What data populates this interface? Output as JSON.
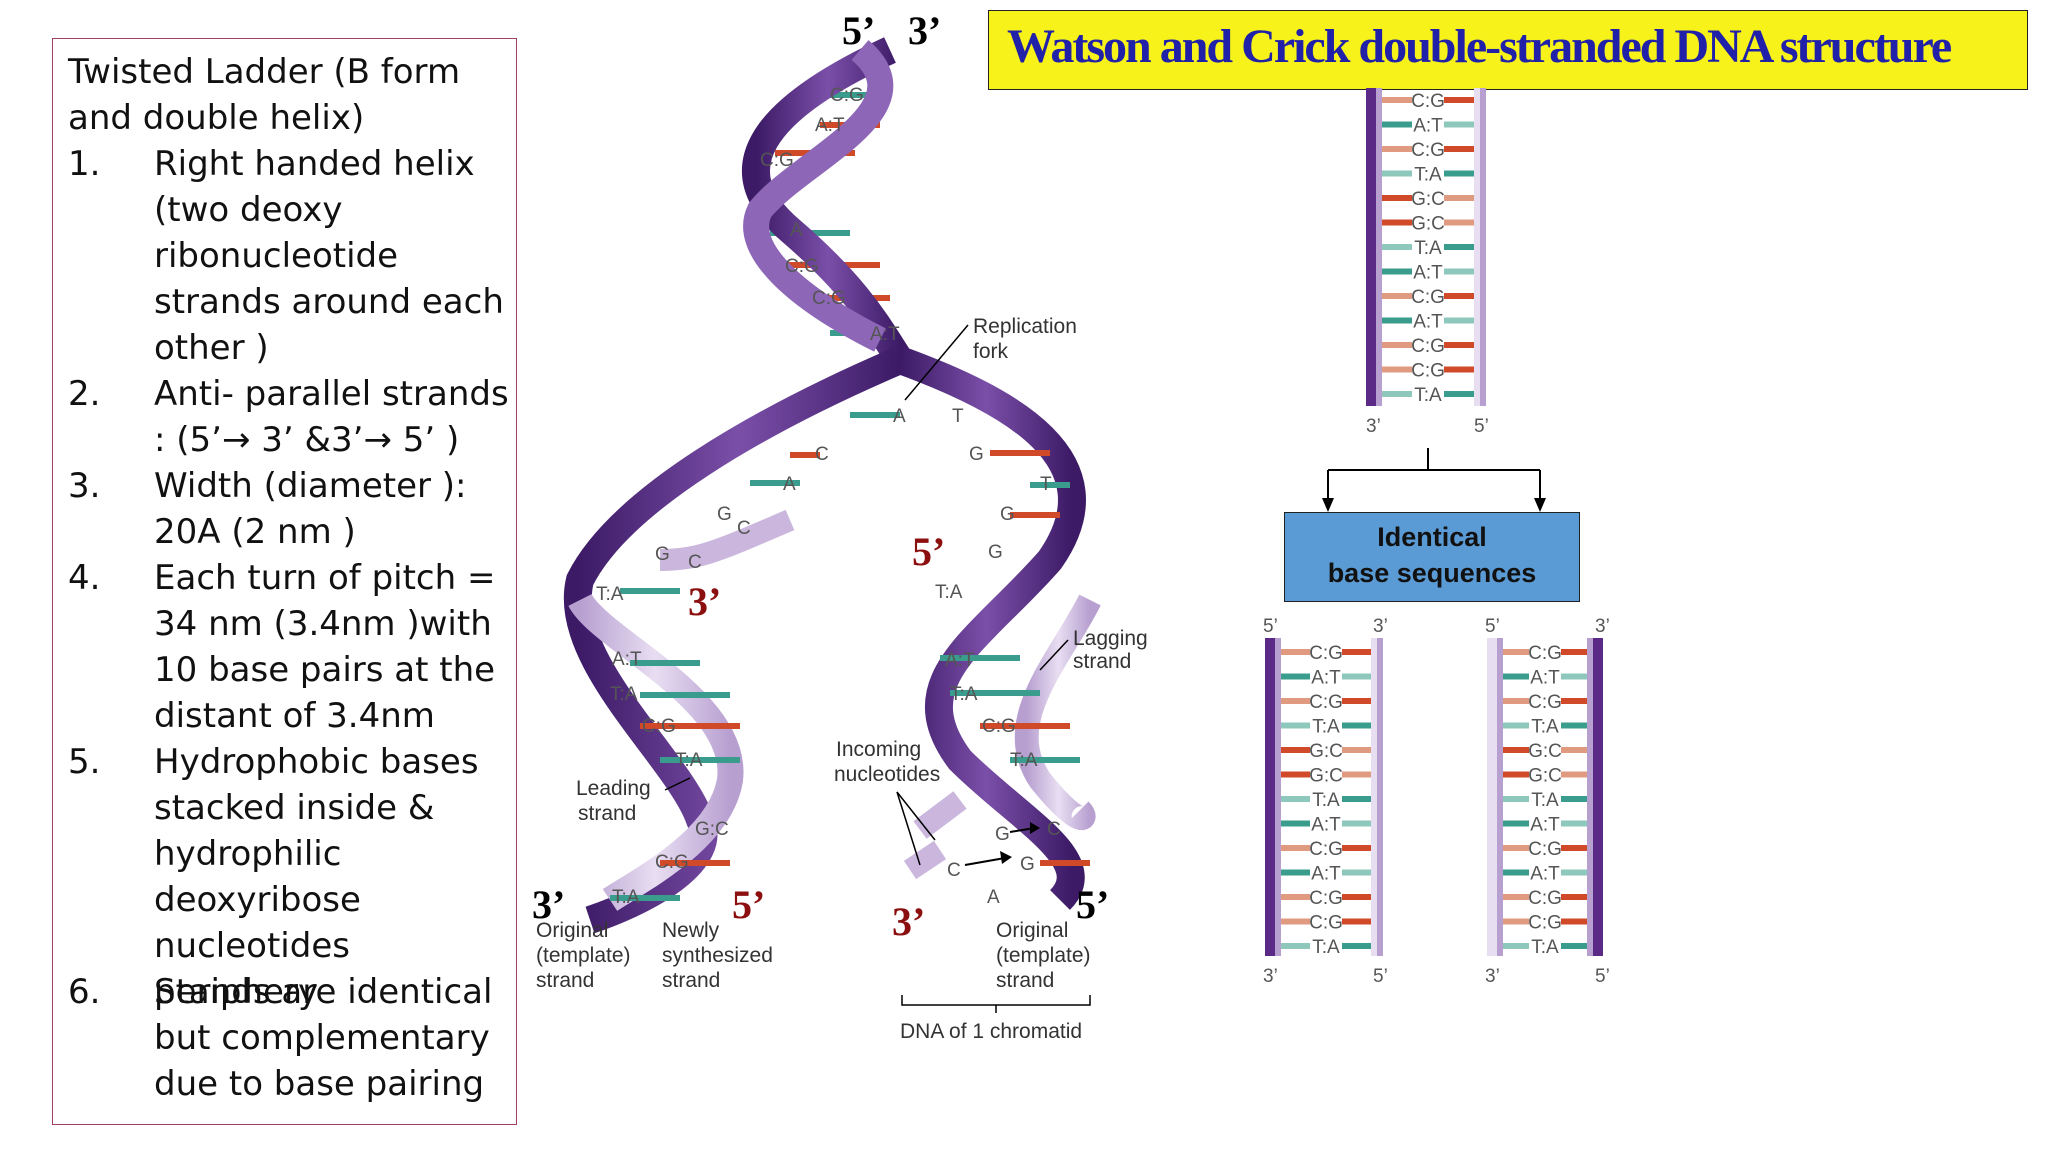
{
  "title": "Watson and Crick double-stranded DNA structure",
  "intro": "Twisted Ladder (B form and double helix)",
  "points": [
    {
      "num": "1.",
      "text": "Right handed helix (two deoxy ribonucleotide strands around each other )"
    },
    {
      "num": "2.",
      "text": "Anti- parallel strands : (5’→ 3’ &3’→ 5’ )"
    },
    {
      "num": "3.",
      "text": "Width (diameter ): 20A (2 nm )"
    },
    {
      "num": "4.",
      "text": "Each turn of pitch = 34 nm (3.4nm )with 10 base pairs at the distant of 3.4nm"
    },
    {
      "num": "5.",
      "text": "Hydrophobic bases stacked inside & hydrophilic deoxyribose nucleotides periphery"
    },
    {
      "num": "6.",
      "text": "Stands are identical but complementary due to base pairing"
    }
  ],
  "diagram": {
    "top_5": "5’",
    "top_3": "3’",
    "replication_fork": [
      "Replication",
      "fork"
    ],
    "lagging_strand": [
      "Lagging",
      "strand"
    ],
    "leading_strand": [
      "Leading",
      "strand"
    ],
    "incoming_nucleotides": [
      "Incoming",
      "nucleotides"
    ],
    "original_template_left": [
      "Original",
      "(template)",
      "strand"
    ],
    "newly_synthesized": [
      "Newly",
      "synthesized",
      "strand"
    ],
    "original_template_right": [
      "Original",
      "(template)",
      "strand"
    ],
    "dna_chromatid": "DNA of 1 chromatid",
    "end_3_left": "3’",
    "end_5_left_new": "5’",
    "end_3_left_mid": "3’",
    "end_5_right_mid": "5’",
    "end_3_right_bottom": "3’",
    "end_5_right_bottom": "5’",
    "fork_bases_left": [
      "A",
      "C",
      "A",
      "G",
      "C",
      "G",
      "C",
      "T:A"
    ],
    "fork_bases_right": [
      "T",
      "G",
      "T",
      "G",
      "G",
      "T:A"
    ],
    "helix_top_pairs": [
      "C:G",
      "A:T",
      "C:G",
      "A",
      "C:G",
      "C:G",
      "A:T"
    ],
    "left_daughter_pairs": [
      "A:T",
      "T:A",
      "C:G",
      "T:A",
      "G:C",
      "C:G",
      "T:A"
    ],
    "right_daughter_pairs": [
      "A:T",
      "T:A",
      "C:G",
      "T:A",
      "G",
      "C",
      "C",
      "G",
      "A"
    ]
  },
  "identical_label": [
    "Identical",
    "base sequences"
  ],
  "ladder_top_pairs": [
    "C:G",
    "A:T",
    "C:G",
    "T:A",
    "G:C",
    "G:C",
    "T:A",
    "A:T",
    "C:G",
    "A:T",
    "C:G",
    "C:G",
    "T:A"
  ],
  "ladder_top_ends": [
    "3’",
    "5’"
  ],
  "ladder_left_pairs": [
    "C:G",
    "A:T",
    "C:G",
    "T:A",
    "G:C",
    "G:C",
    "T:A",
    "A:T",
    "C:G",
    "A:T",
    "C:G",
    "C:G",
    "T:A"
  ],
  "ladder_left_ends": [
    "5’",
    "3’",
    "3’",
    "5’"
  ],
  "ladder_right_pairs": [
    "C:G",
    "A:T",
    "C:G",
    "T:A",
    "G:C",
    "G:C",
    "T:A",
    "A:T",
    "C:G",
    "A:T",
    "C:G",
    "C:G",
    "T:A"
  ],
  "ladder_right_ends": [
    "5’",
    "3’",
    "3’",
    "5’"
  ],
  "colors": {
    "title_bg": "#f7f21a",
    "title_text": "#2020a8",
    "box_bg": "#5b9bd5",
    "strand_dark": "#5a2a86",
    "strand_light": "#c9b3dc",
    "base_red": "#d04a2a",
    "base_teal": "#3a9c8c",
    "end_red": "#8b0f0f"
  }
}
